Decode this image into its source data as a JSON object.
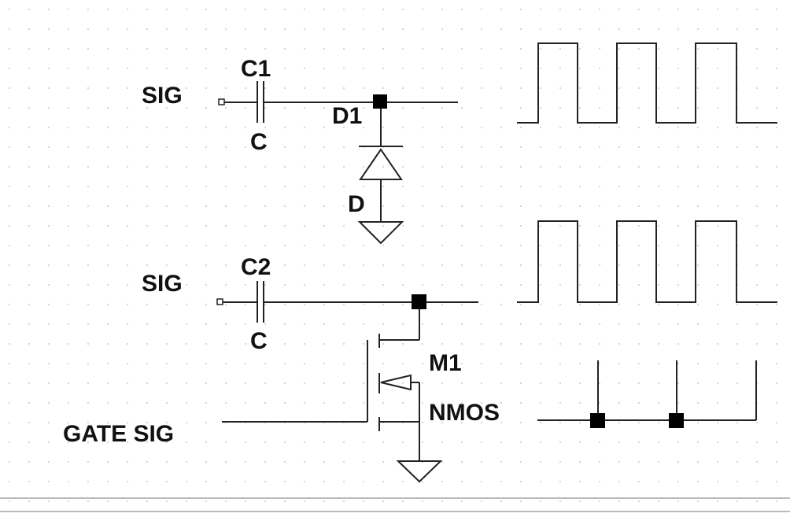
{
  "labels": {
    "top_sig": "SIG",
    "c1_name": "C1",
    "c1_type": "C",
    "d1_name": "D1",
    "d1_type": "D",
    "bottom_sig": "SIG",
    "c2_name": "C2",
    "c2_type": "C",
    "m1_name": "M1",
    "m1_type": "NMOS",
    "gate_sig": "GATE SIG"
  },
  "waveforms": {
    "top_square_wave_pulses": 3,
    "bottom_square_wave_pulses": 3,
    "gate_impulses": 2
  },
  "colors": {
    "background": "#ffffff",
    "wire": "#222222",
    "grid_dot": "#b8b8b8",
    "node": "#000000"
  }
}
